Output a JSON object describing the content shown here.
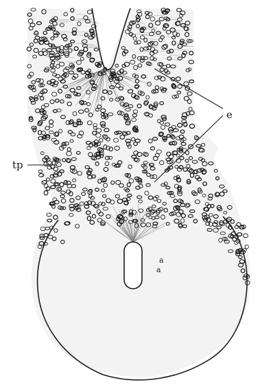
{
  "figure": {
    "labels": {
      "e": "e",
      "tp": "tp",
      "a1": "a",
      "a2": "a"
    },
    "colors": {
      "ink": "#1a1a1a",
      "paper": "#ffffff"
    }
  }
}
